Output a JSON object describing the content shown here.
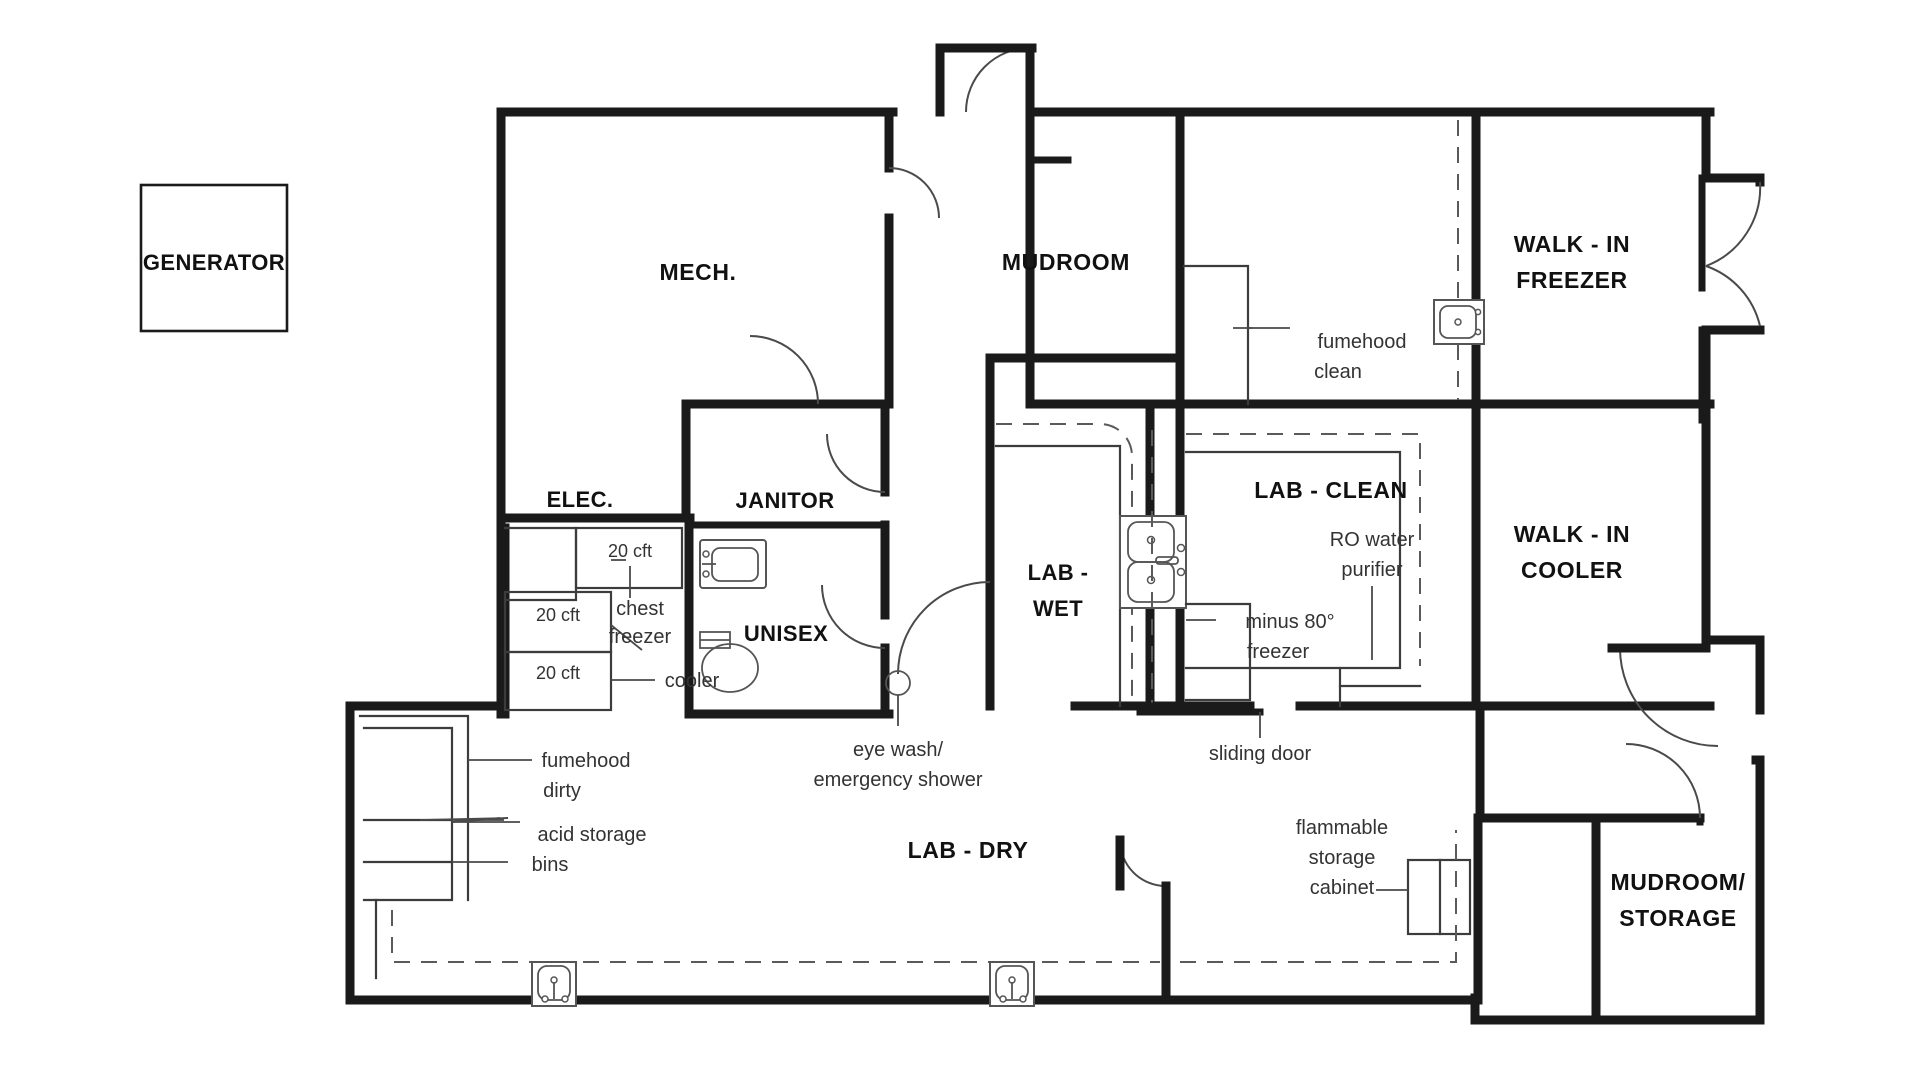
{
  "document": {
    "type": "architectural-floor-plan",
    "title": "Laboratory Facility Floor Plan"
  },
  "rooms": [
    {
      "id": "generator",
      "label": "GENERATOR",
      "lines": [
        "GENERATOR"
      ]
    },
    {
      "id": "mech",
      "label": "MECH.",
      "lines": [
        "MECH."
      ]
    },
    {
      "id": "mudroom",
      "label": "MUDROOM",
      "lines": [
        "MUDROOM"
      ]
    },
    {
      "id": "walk-in-freezer",
      "label": "WALK - IN FREEZER",
      "lines": [
        "WALK - IN",
        "FREEZER"
      ]
    },
    {
      "id": "walk-in-cooler",
      "label": "WALK - IN COOLER",
      "lines": [
        "WALK - IN",
        "COOLER"
      ]
    },
    {
      "id": "elec",
      "label": "ELEC.",
      "lines": [
        "ELEC."
      ]
    },
    {
      "id": "janitor",
      "label": "JANITOR",
      "lines": [
        "JANITOR"
      ]
    },
    {
      "id": "unisex",
      "label": "UNISEX",
      "lines": [
        "UNISEX"
      ]
    },
    {
      "id": "lab-wet",
      "label": "LAB - WET",
      "lines": [
        "LAB -",
        "WET"
      ]
    },
    {
      "id": "lab-clean",
      "label": "LAB - CLEAN",
      "lines": [
        "LAB - CLEAN"
      ]
    },
    {
      "id": "lab-dry",
      "label": "LAB - DRY",
      "lines": [
        "LAB - DRY"
      ]
    },
    {
      "id": "mudroom-storage",
      "label": "MUDROOM/ STORAGE",
      "lines": [
        "MUDROOM/",
        "STORAGE"
      ]
    }
  ],
  "labels": {
    "generator": "GENERATOR",
    "mech": "MECH.",
    "mudroom": "MUDROOM",
    "walk_in_freezer_l1": "WALK - IN",
    "walk_in_freezer_l2": "FREEZER",
    "walk_in_cooler_l1": "WALK - IN",
    "walk_in_cooler_l2": "COOLER",
    "elec": "ELEC.",
    "janitor": "JANITOR",
    "unisex": "UNISEX",
    "lab_wet_l1": "LAB -",
    "lab_wet_l2": "WET",
    "lab_clean": "LAB - CLEAN",
    "lab_dry": "LAB - DRY",
    "mudroom_storage_l1": "MUDROOM/",
    "mudroom_storage_l2": "STORAGE"
  },
  "annotations": {
    "cft_1": "20 cft",
    "cft_2": "20 cft",
    "cft_3": "20 cft",
    "chest_freezer_l1": "chest",
    "chest_freezer_l2": "freezer",
    "cooler": "cooler",
    "fumehood_dirty_l1": "fumehood",
    "fumehood_dirty_l2": "dirty",
    "acid_storage_l1": "acid storage",
    "acid_storage_l2": "bins",
    "eye_wash_l1": "eye wash/",
    "eye_wash_l2": "emergency shower",
    "fumehood_clean_l1": "fumehood",
    "fumehood_clean_l2": "clean",
    "ro_water_l1": "RO water",
    "ro_water_l2": "purifier",
    "minus80_l1": "minus 80°",
    "minus80_l2": "freezer",
    "sliding_door": "sliding door",
    "flammable_l1": "flammable",
    "flammable_l2": "storage",
    "flammable_l3": "cabinet"
  },
  "equipment": [
    {
      "name": "chest freezer",
      "capacity": "20 cft"
    },
    {
      "name": "cooler",
      "capacity": "20 cft"
    },
    {
      "name": "cooler",
      "capacity": "20 cft"
    },
    {
      "name": "fumehood dirty"
    },
    {
      "name": "acid storage bins"
    },
    {
      "name": "eye wash/emergency shower"
    },
    {
      "name": "fumehood clean"
    },
    {
      "name": "RO water purifier"
    },
    {
      "name": "minus 80° freezer"
    },
    {
      "name": "flammable storage cabinet"
    },
    {
      "name": "sliding door"
    }
  ],
  "colors": {
    "wall": "#1a1a1a",
    "fixture": "#4a4a4a",
    "text": "#111111",
    "annotation_text": "#333333",
    "background": "#ffffff"
  }
}
